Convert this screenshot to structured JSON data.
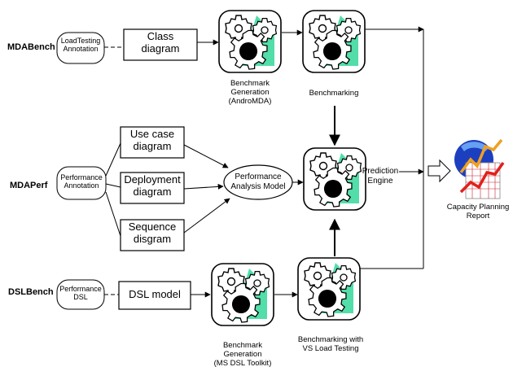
{
  "rows": {
    "mdabench": "MDABench",
    "mdaperf": "MDAPerf",
    "dslbench": "DSLBench"
  },
  "nodes": {
    "loadtesting_annotation": [
      "LoadTesting",
      "Annotation"
    ],
    "class_diagram": [
      "Class",
      "diagram"
    ],
    "performance_annotation": [
      "Performance",
      "Annotation"
    ],
    "use_case_diagram": [
      "Use case",
      "diagram"
    ],
    "deployment_diagram": [
      "Deployment",
      "diagram"
    ],
    "sequence_diagram": [
      "Sequence",
      "disgram"
    ],
    "performance_analysis_model": [
      "Performance",
      "Analysis Model"
    ],
    "performance_dsl": [
      "Performance",
      "DSL"
    ],
    "dsl_model": "DSL model"
  },
  "captions": {
    "benchmark_generation_top": [
      "Benchmark",
      "Generation",
      "(AndroMDA)"
    ],
    "benchmarking_top": "Benchmarking",
    "prediction_engine": [
      "Prediction",
      "Engine"
    ],
    "capacity_planning_report": [
      "Capacity Planning",
      "Report"
    ],
    "benchmark_generation_bottom": [
      "Benchmark",
      "Generation",
      "(MS DSL Toolkit)"
    ],
    "benchmarking_bottom": [
      "Benchmarking with",
      "VS Load Testing"
    ]
  },
  "colors": {
    "gear_fill": "#ffffff",
    "gear_hub": "#000000",
    "accent_green": "#3fd9a0",
    "report_orange": "#f0a020",
    "report_blue": "#1c3fc0",
    "report_red": "#e0201c"
  },
  "icons": {
    "gear_box": "gears-icon",
    "report": "capacity-report-icon"
  }
}
